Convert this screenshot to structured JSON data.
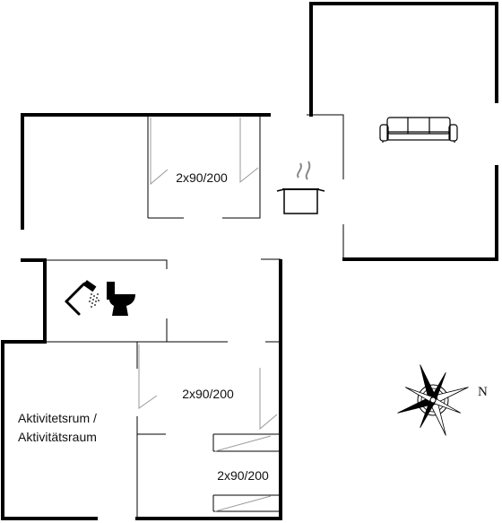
{
  "rooms": {
    "bedroom_top": {
      "label": "2x90/200"
    },
    "bedroom_mid": {
      "label": "2x90/200"
    },
    "bedroom_bottom": {
      "label": "2x90/200"
    },
    "activity_room": {
      "label_line1": "Aktivitetsrum /",
      "label_line2": "Aktivitätsraum"
    }
  },
  "compass": {
    "north_label": "N"
  },
  "icons": [
    "sofa-icon",
    "cooking-pot-icon",
    "shower-icon",
    "toilet-icon",
    "compass-rose-icon"
  ]
}
